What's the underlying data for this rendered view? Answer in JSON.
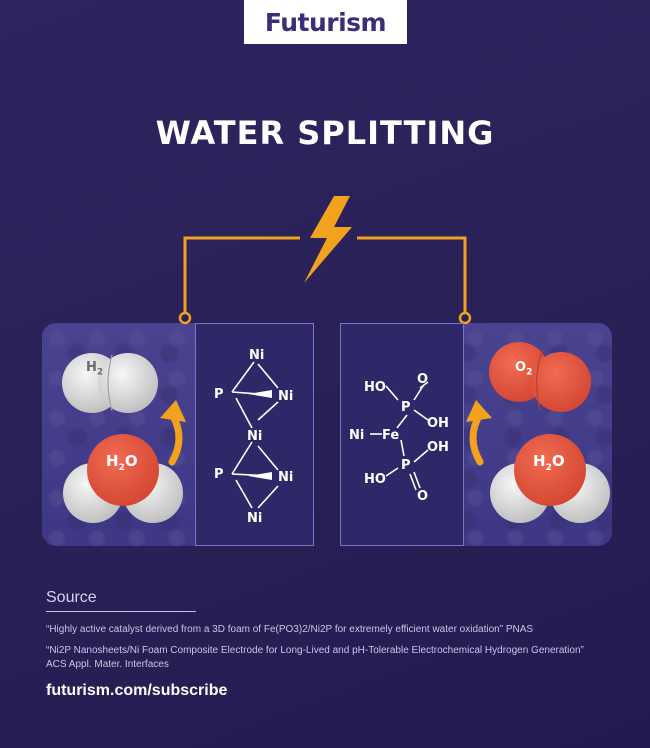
{
  "brand": {
    "logo_text": "Futurism"
  },
  "title": "WATER SPLITTING",
  "left_molecules": {
    "top": {
      "label": "H",
      "sub": "2"
    },
    "bottom": {
      "label": "H",
      "sub": "2",
      "tail": "O"
    }
  },
  "right_molecules": {
    "top": {
      "label": "O",
      "sub": "2"
    },
    "bottom": {
      "label": "H",
      "sub": "2",
      "tail": "O"
    }
  },
  "left_structure": {
    "atoms": [
      "Ni",
      "P",
      "Ni",
      "Ni",
      "P",
      "Ni",
      "Ni"
    ]
  },
  "right_structure": {
    "atoms": [
      "HO",
      "O",
      "P",
      "OH",
      "Ni",
      "Fe",
      "OH",
      "P",
      "HO",
      "O"
    ]
  },
  "source": {
    "heading": "Source",
    "refs": [
      "“Highly active catalyst derived from a 3D foam of Fe(PO3)2/Ni2P for extremely efficient water oxidation” PNAS",
      "“Ni2P Nanosheets/Ni Foam Composite Electrode for Long-Lived and pH-Tolerable Electrochemical Hydrogen Generation” ACS Appl. Mater. Interfaces"
    ]
  },
  "footer_link": "futurism.com/subscribe",
  "colors": {
    "background": "#2a2257",
    "accent_orange": "#f2a21c",
    "molecule_red": "#e5553f",
    "molecule_white": "#e8e8e8"
  },
  "icons": [
    "lightning-bolt-icon",
    "curved-arrow-icon"
  ]
}
